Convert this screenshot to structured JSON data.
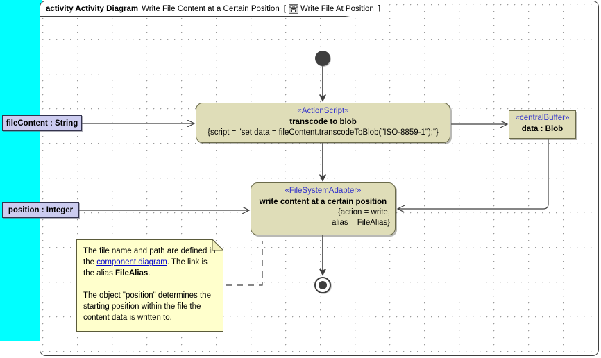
{
  "frame": {
    "keyword": "activity Activity Diagram",
    "name": "Write File Content at a Certain Position",
    "bracket_open": "[",
    "bracket_close": "]",
    "qualifier": "Write File At Position",
    "icon": "activity-diagram-icon"
  },
  "nodes": {
    "action_script": {
      "stereotype": "«ActionScript»",
      "title": "transcode to blob",
      "properties": "{script = \"set data = fileContent.transcodeToBlob(\"ISO-8859-1\");\"}"
    },
    "file_system_adapter": {
      "stereotype": "«FileSystemAdapter»",
      "title": "write content at a certain position",
      "properties_line1": "{action = write,",
      "properties_line2": "alias = FileAlias}"
    },
    "central_buffer": {
      "stereotype": "«centralBuffer»",
      "title": "data : Blob"
    },
    "initial": {
      "name": "initial-node"
    },
    "final": {
      "name": "activity-final-node"
    }
  },
  "pins": [
    {
      "label": "fileContent : String",
      "name": "pin-filecontent"
    },
    {
      "label": "position : Integer",
      "name": "pin-position"
    }
  ],
  "note": {
    "p1_part1": "The file name and path are defined in the ",
    "p1_link": "component diagram",
    "p1_part2": ". The link is the alias ",
    "p1_bold": "FileAlias",
    "p1_part3": ".",
    "p2": "The object \"position\" determines the starting position within the file the content data is written to."
  },
  "colors": {
    "selection_band": "#00ffff",
    "node_fill": "#dfddb8",
    "node_border": "#6a6a4a",
    "stereotype_text": "#3333cc",
    "pin_fill": "#ccccf0",
    "pin_border": "#33334d",
    "note_fill": "#ffffcc",
    "link_text": "#0000cc",
    "edge_line": "#3f3f3f",
    "canvas": "#ffffff"
  }
}
